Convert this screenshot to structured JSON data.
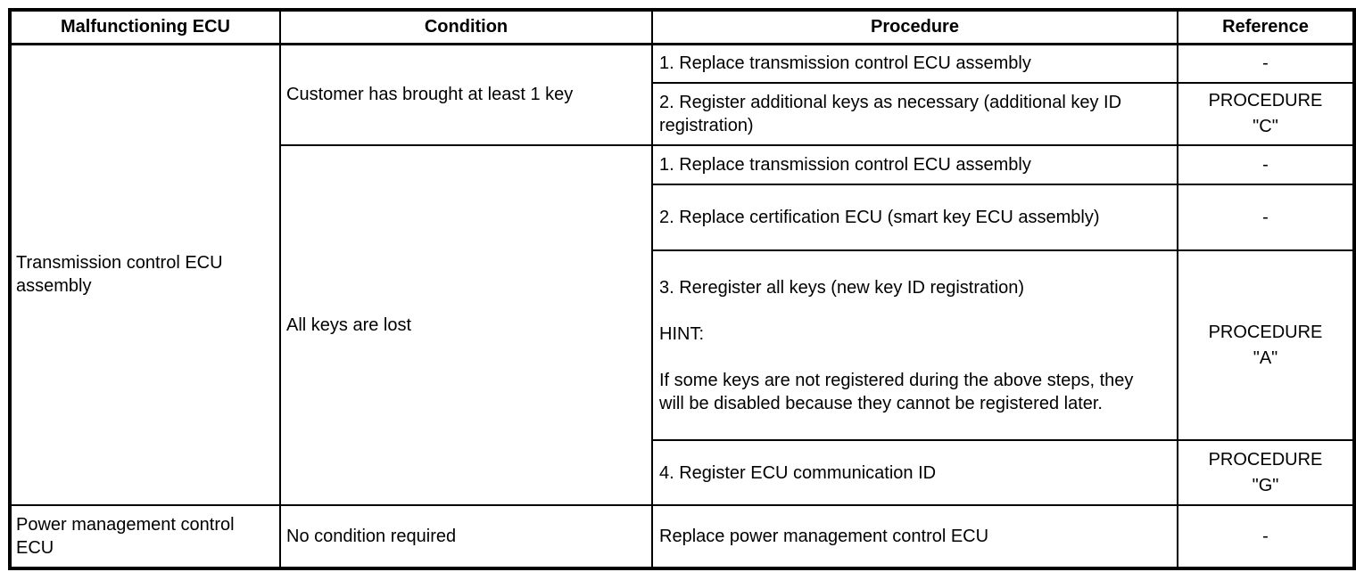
{
  "colors": {
    "background": "#ffffff",
    "border": "#000000",
    "text": "#000000"
  },
  "table": {
    "headers": [
      "Malfunctioning ECU",
      "Condition",
      "Procedure",
      "Reference"
    ],
    "groups": [
      {
        "ecu": "Transmission control ECU assembly",
        "conditions": [
          {
            "condition": "Customer has brought at least 1 key",
            "procedures": [
              {
                "procedure": "1. Replace transmission control ECU assembly",
                "reference": "-"
              },
              {
                "procedure": "2. Register additional keys as necessary (additional key ID registration)",
                "reference": "PROCEDURE\n\"C\""
              }
            ]
          },
          {
            "condition": "All keys are lost",
            "procedures": [
              {
                "procedure": "1. Replace transmission control ECU assembly",
                "reference": "-"
              },
              {
                "procedure": "2. Replace certification ECU (smart key ECU assembly)",
                "reference": "-"
              },
              {
                "procedure": "3. Reregister all keys (new key ID registration)\n\nHINT:\n\nIf some keys are not registered during the above steps, they will be disabled because they cannot be registered later.",
                "reference": "PROCEDURE\n\"A\""
              },
              {
                "procedure": "4. Register ECU communication ID",
                "reference": "PROCEDURE\n\"G\""
              }
            ]
          }
        ]
      },
      {
        "ecu": "Power management control ECU",
        "conditions": [
          {
            "condition": "No condition required",
            "procedures": [
              {
                "procedure": "Replace power management control ECU",
                "reference": "-"
              }
            ]
          }
        ]
      }
    ]
  }
}
